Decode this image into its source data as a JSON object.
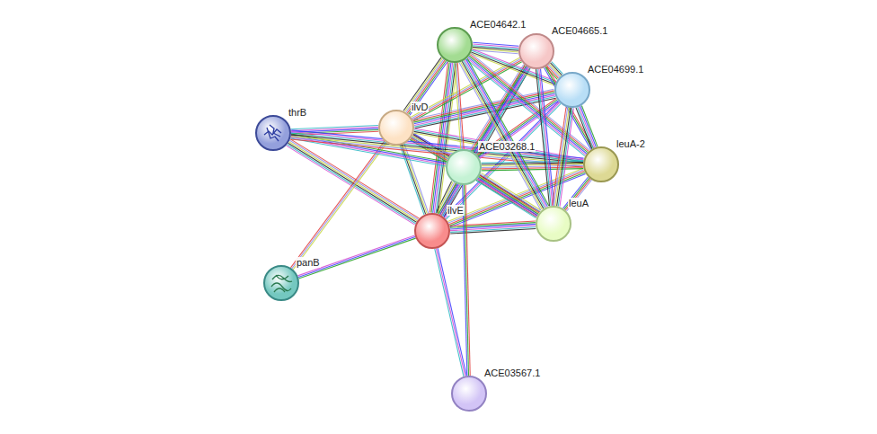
{
  "diagram": {
    "nodes": [
      {
        "text": [
          "ACE04642.1"
        ]
      },
      {
        "text": [
          "ACE04665.1"
        ]
      },
      {
        "text": [
          "ACE04699.1"
        ]
      },
      {
        "text": [
          "thrB"
        ]
      },
      {
        "text": [
          "ilvD"
        ]
      },
      {
        "text": [
          "ACE03268.1"
        ]
      },
      {
        "text": [
          "leuA-2"
        ]
      },
      {
        "text": [
          "ilvE"
        ]
      },
      {
        "text": [
          "leuA"
        ]
      },
      {
        "text": [
          "panB"
        ]
      },
      {
        "text": [
          "ACE03567.1"
        ]
      }
    ],
    "edges": [
      {
        "from": 7,
        "to": 3,
        "arrow": "none"
      },
      {
        "from": 7,
        "to": 4,
        "arrow": "none"
      },
      {
        "from": 7,
        "to": 5,
        "arrow": "none"
      },
      {
        "from": 7,
        "to": 0,
        "arrow": "none"
      },
      {
        "from": 7,
        "to": 1,
        "arrow": "none"
      },
      {
        "from": 7,
        "to": 2,
        "arrow": "none"
      },
      {
        "from": 7,
        "to": 6,
        "arrow": "none"
      },
      {
        "from": 7,
        "to": 8,
        "arrow": "none"
      },
      {
        "from": 7,
        "to": 9,
        "arrow": "none"
      },
      {
        "from": 7,
        "to": 10,
        "arrow": "none"
      },
      {
        "from": 4,
        "to": 3,
        "arrow": "none"
      },
      {
        "from": 4,
        "to": 0,
        "arrow": "none"
      },
      {
        "from": 4,
        "to": 1,
        "arrow": "none"
      },
      {
        "from": 4,
        "to": 2,
        "arrow": "none"
      },
      {
        "from": 4,
        "to": 5,
        "arrow": "none"
      },
      {
        "from": 4,
        "to": 6,
        "arrow": "none"
      },
      {
        "from": 4,
        "to": 8,
        "arrow": "none"
      },
      {
        "from": 4,
        "to": 9,
        "arrow": "none"
      },
      {
        "from": 3,
        "to": 5,
        "arrow": "none"
      },
      {
        "from": 3,
        "to": 6,
        "arrow": "none"
      },
      {
        "from": 5,
        "to": 0,
        "arrow": "none"
      },
      {
        "from": 5,
        "to": 1,
        "arrow": "none"
      },
      {
        "from": 5,
        "to": 2,
        "arrow": "none"
      },
      {
        "from": 5,
        "to": 6,
        "arrow": "none"
      },
      {
        "from": 5,
        "to": 8,
        "arrow": "none"
      },
      {
        "from": 5,
        "to": 10,
        "arrow": "none"
      },
      {
        "from": 0,
        "to": 1,
        "arrow": "none"
      },
      {
        "from": 0,
        "to": 2,
        "arrow": "none"
      },
      {
        "from": 0,
        "to": 6,
        "arrow": "none"
      },
      {
        "from": 0,
        "to": 8,
        "arrow": "none"
      },
      {
        "from": 1,
        "to": 2,
        "arrow": "none"
      },
      {
        "from": 1,
        "to": 6,
        "arrow": "none"
      },
      {
        "from": 1,
        "to": 8,
        "arrow": "none"
      },
      {
        "from": 2,
        "to": 6,
        "arrow": "none"
      },
      {
        "from": 2,
        "to": 8,
        "arrow": "none"
      },
      {
        "from": 6,
        "to": 8,
        "arrow": "none"
      }
    ]
  }
}
